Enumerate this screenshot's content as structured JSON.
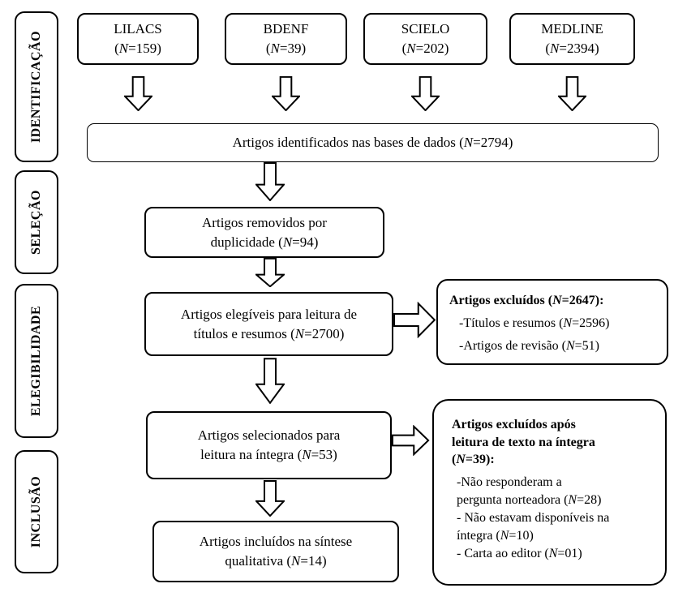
{
  "figure": {
    "stages": [
      {
        "label": "IDENTIFICAÇÃO"
      },
      {
        "label": "SELEÇÃO"
      },
      {
        "label": "ELEGIBILIDADE"
      },
      {
        "label": "INCLUSÃO"
      }
    ],
    "sources": [
      {
        "name": "LILACS",
        "count": "(N=159)"
      },
      {
        "name": "BDENF",
        "count": "(N=39)"
      },
      {
        "name": "SCIELO",
        "count": "(N=202)"
      },
      {
        "name": "MEDLINE",
        "count": "(N=2394)"
      }
    ],
    "identified": {
      "text": "Artigos identificados nas bases de dados (N=2794)"
    },
    "removed": {
      "line1": "Artigos removidos por",
      "line2": "duplicidade (N=94)"
    },
    "eligible": {
      "line1": "Artigos elegíveis para leitura de",
      "line2": "títulos e resumos (N=2700)"
    },
    "excluded_titles_abstracts": {
      "title": "Artigos excluídos (N=2647):",
      "items": [
        "-Títulos e resumos (N=2596)",
        "-Artigos de revisão (N=51)"
      ]
    },
    "selected": {
      "line1": "Artigos selecionados para",
      "line2": "leitura na íntegra (N=53)"
    },
    "excluded_full_text": {
      "title_lines": [
        "Artigos excluídos após",
        "leitura de texto na íntegra",
        "(N=39):"
      ],
      "items": [
        "-Não responderam a",
        "pergunta norteadora (N=28)",
        "- Não estavam disponíveis na",
        "íntegra (N=10)",
        "- Carta ao editor (N=01)"
      ]
    },
    "included": {
      "line1": "Artigos incluídos na síntese",
      "line2": "qualitativa (N=14)"
    },
    "icons": {
      "down_arrow": "outlined block arrow pointing down",
      "right_arrow": "outlined block arrow pointing right"
    },
    "colors": {
      "stroke": "#000000",
      "fill": "#ffffff"
    }
  }
}
